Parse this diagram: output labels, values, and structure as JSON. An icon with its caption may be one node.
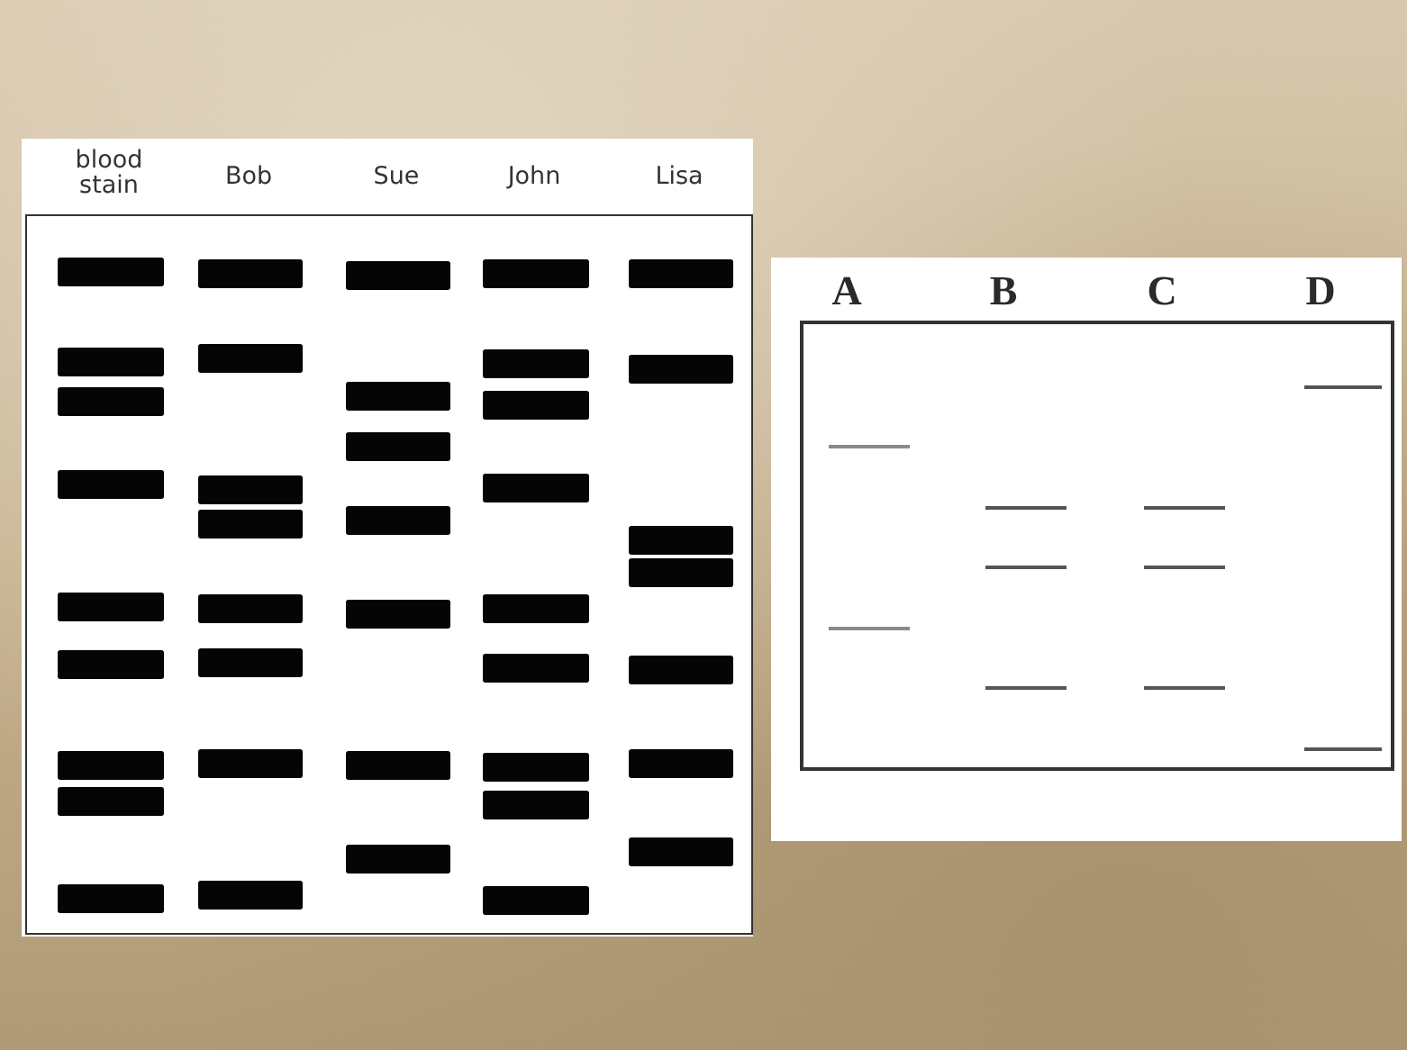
{
  "diagram": {
    "labels": [
      "blood stain",
      "Bob",
      "Sue",
      "John",
      "Lisa",
      "A",
      "B",
      "C",
      "D"
    ]
  }
}
